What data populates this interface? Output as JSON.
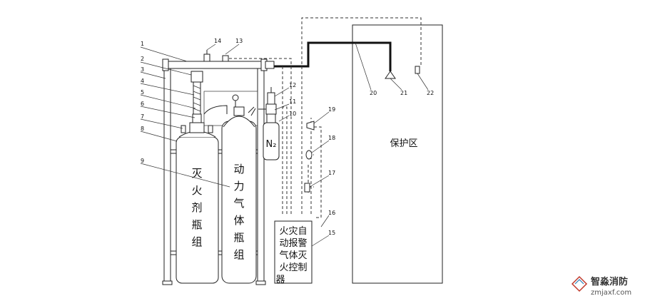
{
  "diagram": {
    "callouts": [
      "1",
      "2",
      "3",
      "4",
      "5",
      "6",
      "7",
      "8",
      "9",
      "10",
      "11",
      "12",
      "13",
      "14",
      "15",
      "16",
      "17",
      "18",
      "19",
      "20",
      "21",
      "22"
    ],
    "extinguishing_cylinder_label": [
      "灭",
      "火",
      "剂",
      "瓶",
      "组"
    ],
    "power_gas_cylinder_label": [
      "动",
      "力",
      "气",
      "体",
      "瓶",
      "组"
    ],
    "n2_label": "N₂",
    "controller_label": [
      "火灾自",
      "动报警",
      "气体灭",
      "火控制",
      "器"
    ],
    "protected_zone_label": "保护区"
  },
  "watermark": {
    "brand": "智淼消防",
    "url": "zmjaxf.com"
  },
  "colors": {
    "line": "#222222",
    "background": "#ffffff"
  }
}
